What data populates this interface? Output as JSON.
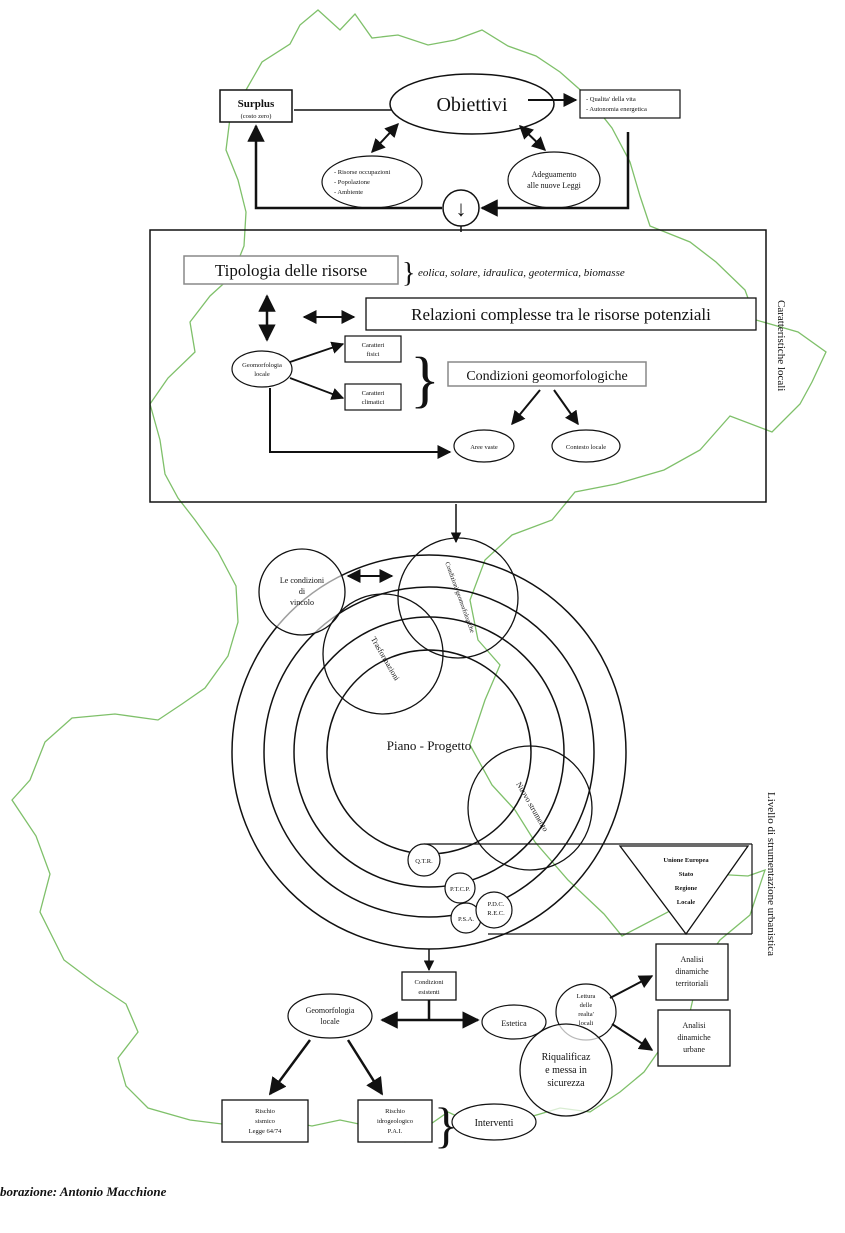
{
  "colors": {
    "outline": "#7fc06a",
    "ink": "#111111"
  },
  "top": {
    "obiettivi": "Obiettivi",
    "surplus": "Surplus",
    "surplus_sub": "(costo zero)",
    "qualita_1": "- Qualita' della vita",
    "qualita_2": "- Autonomia energetica",
    "risorse_1": "- Risorse occupazioni",
    "risorse_2": "- Popolazione",
    "risorse_3": "- Ambiente",
    "adeguamento_1": "Adeguamento",
    "adeguamento_2": "alle nuove Leggi",
    "down_arrow": "↓"
  },
  "resources": {
    "tipologia": "Tipologia delle risorse",
    "types": "eolica, solare, idraulica, geotermica, biomasse",
    "relazioni": "Relazioni complesse tra le risorse potenziali",
    "geomorf_1": "Geomorfologia",
    "geomorf_2": "locale",
    "caratteri_fisici_1": "Caratteri",
    "caratteri_fisici_2": "fisici",
    "caratteri_clima_1": "Caratteri",
    "caratteri_clima_2": "climatici",
    "condizioni": "Condizioni geomorfologiche",
    "aree_vaste": "Aree vaste",
    "contesto": "Contesto locale",
    "side_label": "Caratteristiche locali"
  },
  "plan": {
    "condizioni_vincolo_1": "Le condizioni",
    "condizioni_vincolo_2": "di",
    "condizioni_vincolo_3": "vincolo",
    "trasformazioni": "Trasformazioni",
    "cond_geomorf": "Condizioni geomorfologiche",
    "piano_progetto": "Piano - Progetto",
    "nuovo_strumento": "Nuovo strumento",
    "qtr": "Q.T.R.",
    "ptcp": "P.T.C.P.",
    "psa": "P.S.A.",
    "pdc_1": "P.D.C.",
    "pdc_2": "R.E.C.",
    "tri_ue": "Unione Europea",
    "tri_stato": "Stato",
    "tri_regione": "Regione",
    "tri_locale": "Locale",
    "side_label": "Livello di strumentazione urbanistica"
  },
  "bottom": {
    "esistenti_1": "Condizioni",
    "esistenti_2": "esistenti",
    "geomorf_1": "Geomorfologia",
    "geomorf_2": "locale",
    "estetica": "Estetica",
    "lettura_1": "Lettura",
    "lettura_2": "delle",
    "lettura_3": "realta'",
    "lettura_4": "locali",
    "analisi_terr_1": "Analisi",
    "analisi_terr_2": "dinamiche",
    "analisi_terr_3": "territoriali",
    "analisi_urb_1": "Analisi",
    "analisi_urb_2": "dinamiche",
    "analisi_urb_3": "urbane",
    "riqual_1": "Riqualificaz",
    "riqual_2": "e messa in",
    "riqual_3": "sicurezza",
    "sismico_1": "Rischio",
    "sismico_2": "sismico",
    "sismico_3": "Legge 64/74",
    "idro_1": "Rischio",
    "idro_2": "idrogeologico",
    "idro_3": "P.A.I.",
    "interventi": "Interventi"
  },
  "credit": "borazione: Antonio Macchione"
}
